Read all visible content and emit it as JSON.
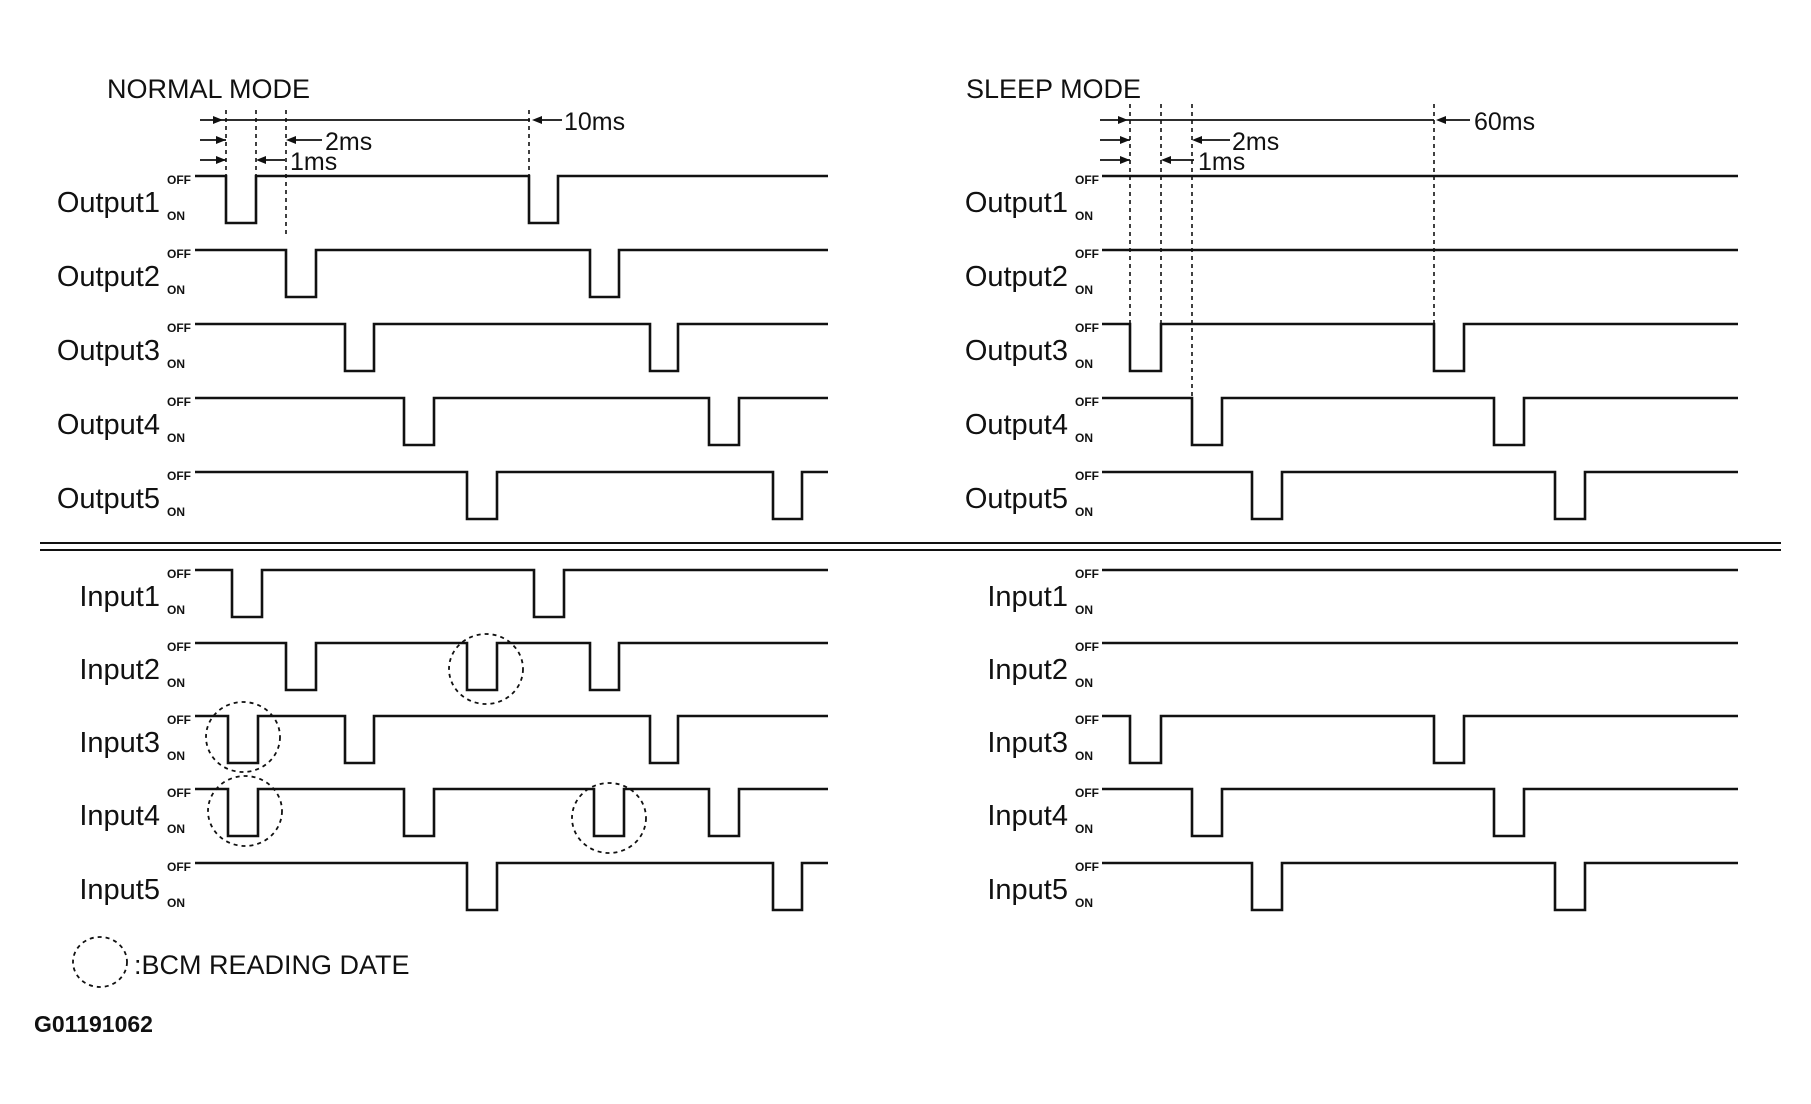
{
  "panels": [
    {
      "id": "normal",
      "title": "NORMAL MODE",
      "timings": [
        "10ms",
        "2ms",
        "1ms"
      ],
      "outputs": [
        {
          "label": "Output1",
          "pulses": [
            [
              226,
              256
            ],
            [
              529,
              558
            ]
          ]
        },
        {
          "label": "Output2",
          "pulses": [
            [
              286,
              316
            ],
            [
              590,
              619
            ]
          ]
        },
        {
          "label": "Output3",
          "pulses": [
            [
              345,
              374
            ],
            [
              650,
              678
            ]
          ]
        },
        {
          "label": "Output4",
          "pulses": [
            [
              404,
              434
            ],
            [
              709,
              739
            ]
          ]
        },
        {
          "label": "Output5",
          "pulses": [
            [
              467,
              497
            ],
            [
              773,
              802
            ]
          ]
        }
      ],
      "inputs": [
        {
          "label": "Input1",
          "pulses": [
            [
              232,
              262
            ],
            [
              534,
              564
            ]
          ]
        },
        {
          "label": "Input2",
          "pulses": [
            [
              286,
              316
            ],
            [
              467,
              497
            ],
            [
              590,
              619
            ]
          ]
        },
        {
          "label": "Input3",
          "pulses": [
            [
              228,
              258
            ],
            [
              345,
              374
            ],
            [
              650,
              678
            ]
          ]
        },
        {
          "label": "Input4",
          "pulses": [
            [
              228,
              258
            ],
            [
              404,
              434
            ],
            [
              594,
              624
            ],
            [
              709,
              739
            ]
          ]
        },
        {
          "label": "Input5",
          "pulses": [
            [
              467,
              497
            ],
            [
              773,
              802
            ]
          ]
        }
      ]
    },
    {
      "id": "sleep",
      "title": "SLEEP MODE",
      "timings": [
        "60ms",
        "2ms",
        "1ms"
      ],
      "outputs": [
        {
          "label": "Output1",
          "pulses": []
        },
        {
          "label": "Output2",
          "pulses": []
        },
        {
          "label": "Output3",
          "pulses": [
            [
              1130,
              1161
            ],
            [
              1434,
              1464
            ]
          ]
        },
        {
          "label": "Output4",
          "pulses": [
            [
              1192,
              1222
            ],
            [
              1494,
              1524
            ]
          ]
        },
        {
          "label": "Output5",
          "pulses": [
            [
              1252,
              1282
            ],
            [
              1555,
              1585
            ]
          ]
        }
      ],
      "inputs": [
        {
          "label": "Input1",
          "pulses": []
        },
        {
          "label": "Input2",
          "pulses": []
        },
        {
          "label": "Input3",
          "pulses": [
            [
              1130,
              1161
            ],
            [
              1434,
              1464
            ]
          ]
        },
        {
          "label": "Input4",
          "pulses": [
            [
              1192,
              1222
            ],
            [
              1494,
              1524
            ]
          ]
        },
        {
          "label": "Input5",
          "pulses": [
            [
              1252,
              1282
            ],
            [
              1555,
              1585
            ]
          ]
        }
      ]
    }
  ],
  "levels": {
    "off": "OFF",
    "on": "ON"
  },
  "legend": {
    "text": ":BCM READING DATE",
    "icon": "dashed-circle-icon"
  },
  "figure_code": "G01191062"
}
